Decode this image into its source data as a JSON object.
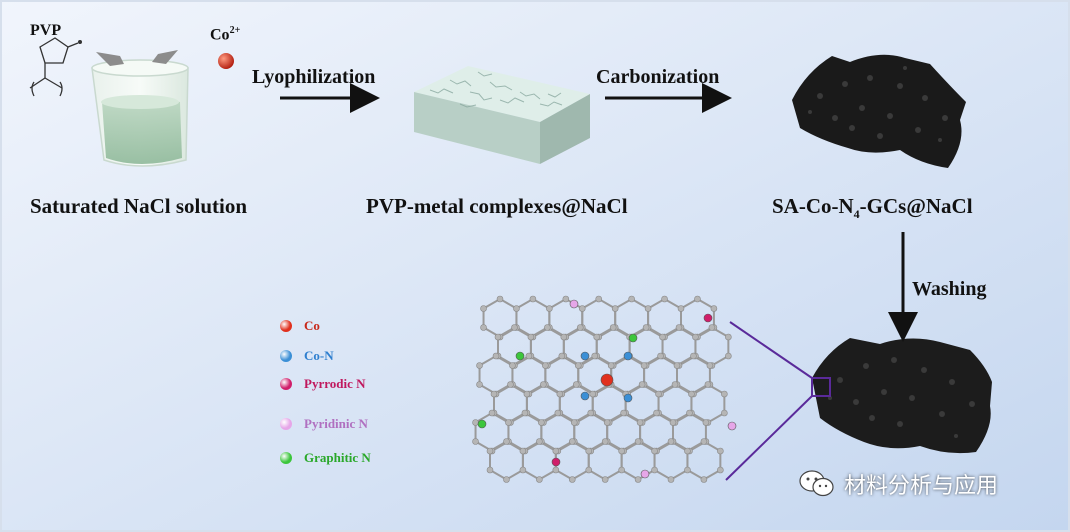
{
  "labels": {
    "pvp": "PVP",
    "co_ion": "Co",
    "co_ion_sup": "2+",
    "lyophilization": "Lyophilization",
    "carbonization": "Carbonization",
    "washing": "Washing",
    "saturated": "Saturated NaCl solution",
    "pvp_complex": "PVP-metal complexes@NaCl",
    "sa_pre": "SA-Co-N",
    "sa_sub": "4",
    "sa_post": "-GCs@NaCl"
  },
  "legend": [
    {
      "label": "Co",
      "color": "#e0301e",
      "text_color": "#c8281a"
    },
    {
      "label": "Co-N",
      "color": "#3b8fd6",
      "text_color": "#2f7fcf"
    },
    {
      "label": "Pyrrodic N",
      "color": "#d01e6a",
      "text_color": "#c0185e"
    },
    {
      "label": "Pyridinic N",
      "color": "#e6a6e8",
      "text_color": "#b070c0"
    },
    {
      "label": "Graphitic N",
      "color": "#3cc63c",
      "text_color": "#2aa82a"
    }
  ],
  "watermark": "材料分析与应用",
  "colors": {
    "background_top": "#eef3fb",
    "background_bottom": "#c7d8f0",
    "arrow": "#111111",
    "zoom_line": "#5a2a9a"
  }
}
